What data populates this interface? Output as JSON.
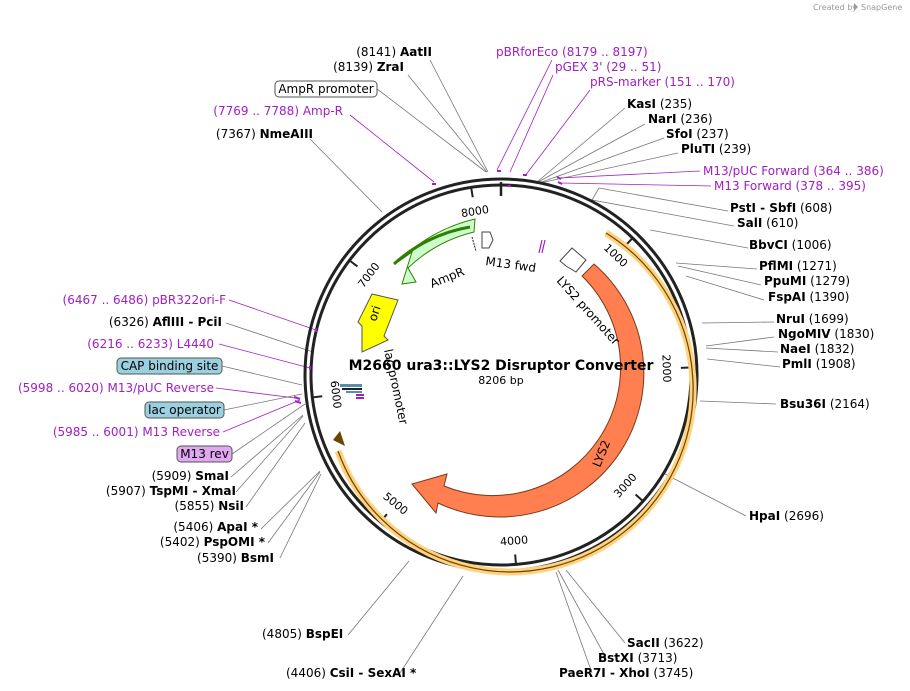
{
  "credit": "Created by",
  "brand": "SnapGene",
  "plasmid": {
    "name": "M2660 ura3::LYS2 Disruptor Converter",
    "length": "8206 bp"
  },
  "ticks": [
    "1000",
    "2000",
    "3000",
    "4000",
    "5000",
    "6000",
    "7000",
    "8000"
  ],
  "features": {
    "lys2": "LYS2",
    "lys2_promoter": "LYS2 promoter",
    "ampr": "AmpR",
    "ori": "ori",
    "m13fwd": "M13 fwd",
    "lac_promoter": "lac promoter"
  },
  "enzymes_right": [
    {
      "name": "KasI",
      "pos": "(235)"
    },
    {
      "name": "NarI",
      "pos": "(236)"
    },
    {
      "name": "SfoI",
      "pos": "(237)"
    },
    {
      "name": "PluTI",
      "pos": "(239)"
    },
    {
      "name": "PstI  -  SbfI",
      "pos": "(608)"
    },
    {
      "name": "SalI",
      "pos": "(610)"
    },
    {
      "name": "BbvCI",
      "pos": "(1006)"
    },
    {
      "name": "PflMI",
      "pos": "(1271)"
    },
    {
      "name": "PpuMI",
      "pos": "(1279)"
    },
    {
      "name": "FspAI",
      "pos": "(1390)"
    },
    {
      "name": "NruI",
      "pos": "(1699)"
    },
    {
      "name": "NgoMIV",
      "pos": "(1830)"
    },
    {
      "name": "NaeI",
      "pos": "(1832)"
    },
    {
      "name": "PmlI",
      "pos": "(1908)"
    },
    {
      "name": "Bsu36I",
      "pos": "(2164)"
    },
    {
      "name": "HpaI",
      "pos": "(2696)"
    }
  ],
  "enzymes_bottom": [
    {
      "name": "SacII",
      "pos": "(3622)"
    },
    {
      "name": "BstXI",
      "pos": "(3713)"
    },
    {
      "name": "PaeR7I  -  XhoI",
      "pos": "(3745)"
    },
    {
      "name": "BspEI",
      "pos": "(4805)"
    },
    {
      "name": "CsiI  -  SexAI *",
      "pos": "(4406)"
    }
  ],
  "enzymes_left": [
    {
      "name": "AatII",
      "pos": "(8141)"
    },
    {
      "name": "ZraI",
      "pos": "(8139)"
    },
    {
      "name": "NmeAIII",
      "pos": "(7367)"
    },
    {
      "name": "AflIII  -  PciI",
      "pos": "(6326)"
    },
    {
      "name": "SmaI",
      "pos": "(5909)"
    },
    {
      "name": "TspMI  -  XmaI",
      "pos": "(5907)"
    },
    {
      "name": "NsiI",
      "pos": "(5855)"
    },
    {
      "name": "ApaI *",
      "pos": "(5406)"
    },
    {
      "name": "PspOMI *",
      "pos": "(5402)"
    },
    {
      "name": "BsmI",
      "pos": "(5390)"
    }
  ],
  "primers": [
    {
      "name": "pBRforEco",
      "pos": "(8179 .. 8197)"
    },
    {
      "name": "pGEX 3'",
      "pos": "(29 .. 51)"
    },
    {
      "name": "pRS-marker",
      "pos": "(151 .. 170)"
    },
    {
      "name": "M13/pUC Forward",
      "pos": "(364 .. 386)"
    },
    {
      "name": "M13 Forward",
      "pos": "(378 .. 395)"
    },
    {
      "name": "Amp-R",
      "pos": "(7769 .. 7788)"
    },
    {
      "name": "pBR322ori-F",
      "pos": "(6467 .. 6486)"
    },
    {
      "name": "L4440",
      "pos": "(6216 .. 6233)"
    },
    {
      "name": "M13/pUC Reverse",
      "pos": "(5998 .. 6020)"
    },
    {
      "name": "M13 Reverse",
      "pos": "(5985 .. 6001)"
    }
  ],
  "boxes": {
    "ampr_promoter": "AmpR promoter",
    "cap_site": "CAP binding site",
    "lac_operator": "lac operator",
    "m13rev": "M13 rev"
  },
  "colors": {
    "lys2": "#ff7f50",
    "lys2_highlight": "#ffd27f",
    "ampr": "#ccffcc",
    "ampr_line": "#2f7f00",
    "ori": "#ffff00",
    "primer": "#a020c0",
    "box_blue": "#9bd0e0",
    "box_purple": "#e0a8f0"
  }
}
